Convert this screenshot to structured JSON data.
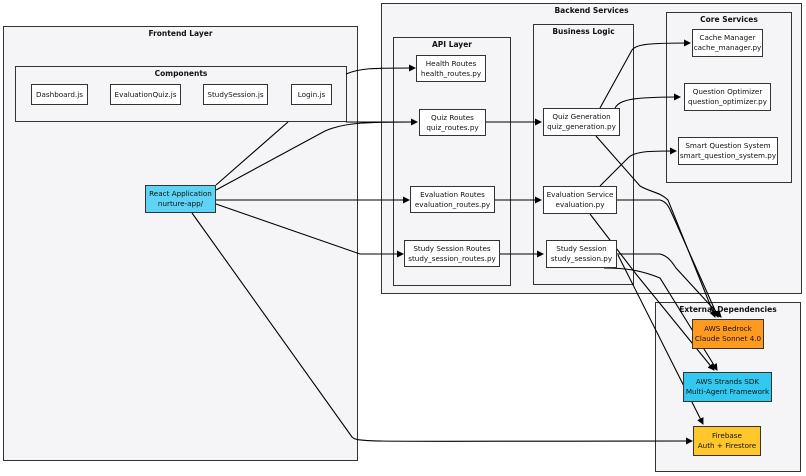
{
  "clusters": {
    "frontend": "Frontend Layer",
    "components": "Components",
    "backend": "Backend Services",
    "api": "API Layer",
    "business": "Business Logic",
    "core": "Core Services",
    "external": "External Dependencies"
  },
  "nodes": {
    "dashboard": {
      "line1": "Dashboard.js"
    },
    "evaluation_quiz": {
      "line1": "EvaluationQuiz.js"
    },
    "study_session_js": {
      "line1": "StudySession.js"
    },
    "login": {
      "line1": "Login.js"
    },
    "react_app": {
      "line1": "React Application",
      "line2": "nurture-app/"
    },
    "health_routes": {
      "line1": "Health Routes",
      "line2": "health_routes.py"
    },
    "quiz_routes": {
      "line1": "Quiz Routes",
      "line2": "quiz_routes.py"
    },
    "evaluation_routes": {
      "line1": "Evaluation Routes",
      "line2": "evaluation_routes.py"
    },
    "study_session_routes": {
      "line1": "Study Session Routes",
      "line2": "study_session_routes.py"
    },
    "quiz_generation": {
      "line1": "Quiz Generation",
      "line2": "quiz_generation.py"
    },
    "evaluation_service": {
      "line1": "Evaluation Service",
      "line2": "evaluation.py"
    },
    "study_session": {
      "line1": "Study Session",
      "line2": "study_session.py"
    },
    "cache_manager": {
      "line1": "Cache Manager",
      "line2": "cache_manager.py"
    },
    "question_optimizer": {
      "line1": "Question Optimizer",
      "line2": "question_optimizer.py"
    },
    "smart_question": {
      "line1": "Smart Question System",
      "line2": "smart_question_system.py"
    },
    "aws_bedrock": {
      "line1": "AWS Bedrock",
      "line2": "Claude Sonnet 4.0"
    },
    "aws_strands": {
      "line1": "AWS Strands SDK",
      "line2": "Multi-Agent Framework"
    },
    "firebase": {
      "line1": "Firebase",
      "line2": "Auth + Firestore"
    }
  },
  "colors": {
    "cluster_fill": "#f5f5f8",
    "react_app": "#5fd3f3",
    "aws_bedrock": "#ff9a1f",
    "aws_strands": "#33c8ef",
    "firebase": "#ffc72c"
  }
}
